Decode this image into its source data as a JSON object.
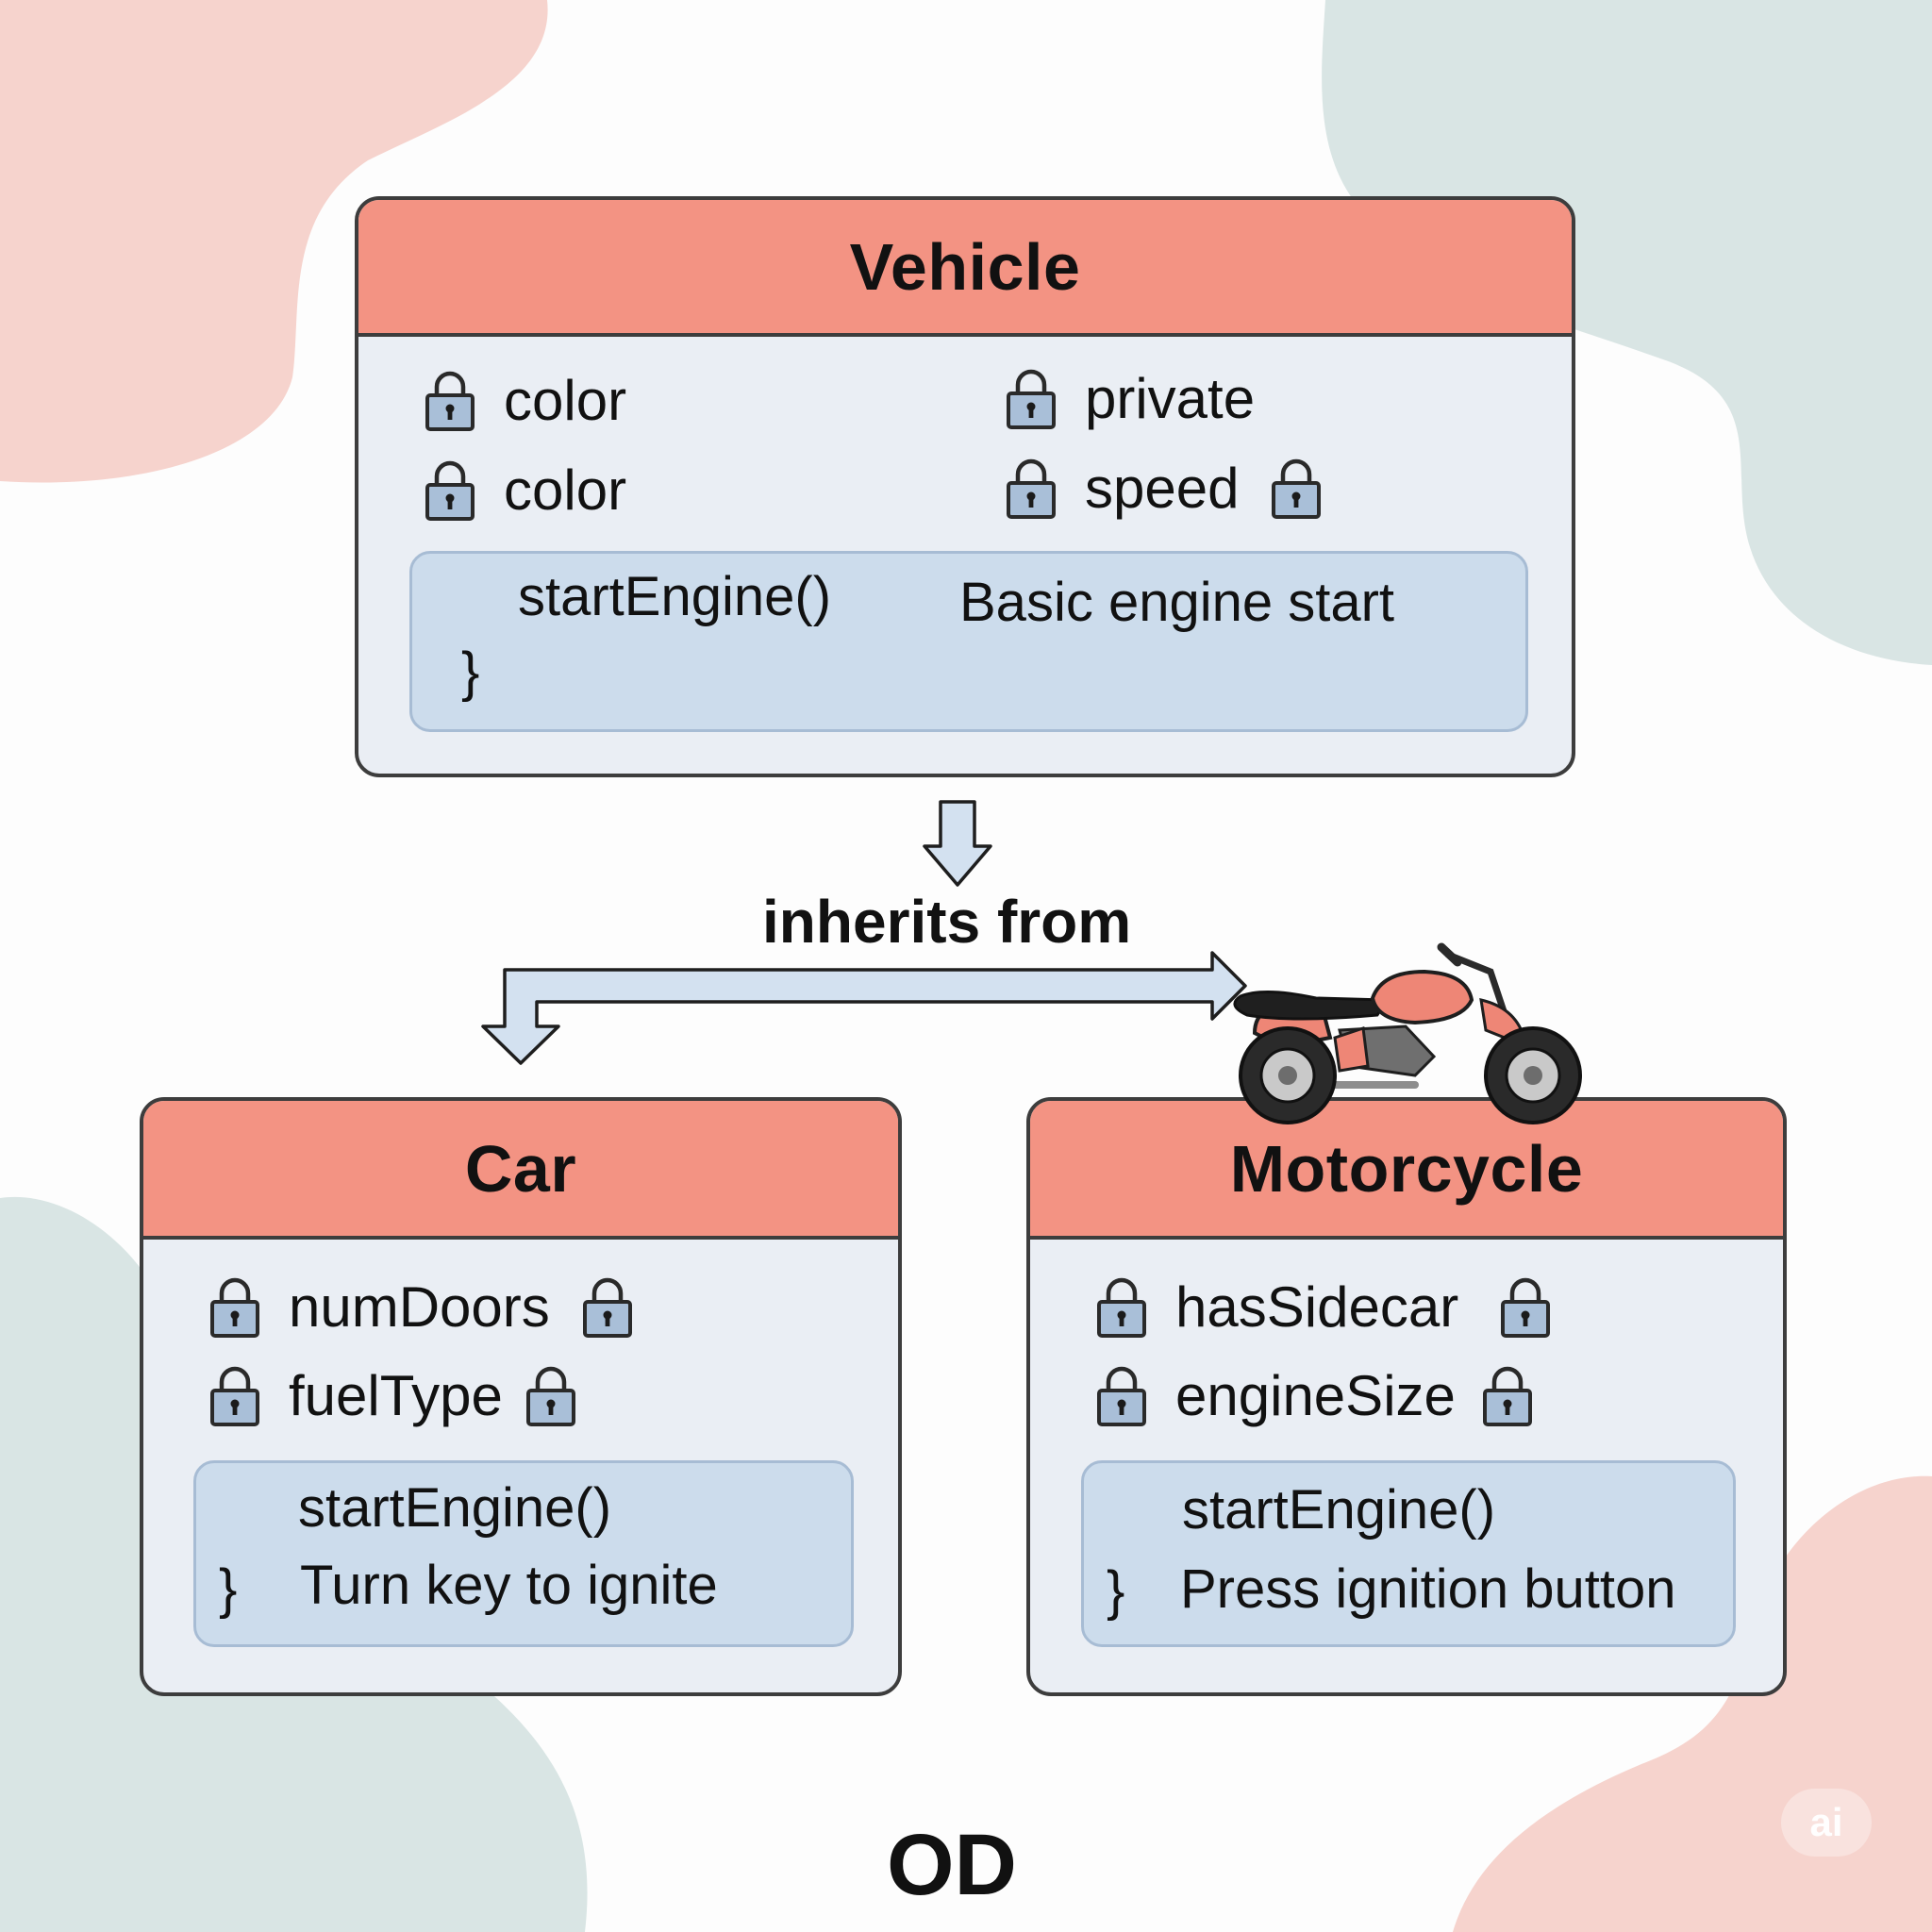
{
  "diagram": {
    "link_label": "inherits from",
    "footer": "OD",
    "badge": "ai"
  },
  "vehicle": {
    "title": "Vehicle",
    "attributes": [
      "color",
      "color",
      "private",
      "speed"
    ],
    "method": {
      "name": "startEngine()",
      "description": "Basic engine start",
      "brace": "}"
    }
  },
  "car": {
    "title": "Car",
    "attributes": [
      "numDoors",
      "fuelType"
    ],
    "method": {
      "name": "startEngine()",
      "description": "Turn key to ignite",
      "brace": "}"
    }
  },
  "motorcycle": {
    "title": "Motorcycle",
    "attributes": [
      "hasSidecar",
      "engineSize"
    ],
    "method": {
      "name": "startEngine()",
      "description": "Press ignition button",
      "brace": "}"
    }
  },
  "colors": {
    "header": "#f39383",
    "body": "#eaeef4",
    "method_panel": "#ccdcec",
    "arrow": "#d3e1f0",
    "outline": "#3d3d3d"
  },
  "icons": {
    "attribute_marker": "lock-icon",
    "decoration": "motorcycle-icon"
  }
}
